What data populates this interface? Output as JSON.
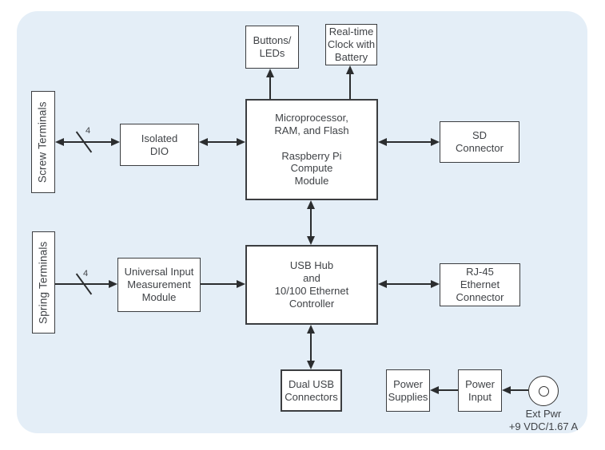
{
  "diagram": {
    "nodes": {
      "screw_terminals": "Screw Terminals",
      "spring_terminals": "Spring Terminals",
      "buttons_leds": "Buttons/\nLEDs",
      "rtc": "Real-time\nClock with\nBattery",
      "isolated_dio": "Isolated\nDIO",
      "cpu": "Microprocessor,\nRAM, and Flash\n\nRaspberry Pi\nCompute\nModule",
      "sd_connector": "SD\nConnector",
      "uim": "Universal Input\nMeasurement\nModule",
      "usb_hub": "USB Hub\nand\n10/100 Ethernet\nController",
      "rj45": "RJ-45\nEthernet\nConnector",
      "dual_usb": "Dual USB\nConnectors",
      "power_supplies": "Power\nSupplies",
      "power_input": "Power\nInput"
    },
    "bus_labels": {
      "screw": "4",
      "spring": "4"
    },
    "ext_pwr": {
      "name": "Ext Pwr",
      "rating": "+9 VDC/1.67 A"
    },
    "colors": {
      "panel_bg": "#e4eef7",
      "box_bg": "#ffffff",
      "box_border": "#3b3d40",
      "text": "#3f4246",
      "arrow": "#2b2d2f"
    }
  }
}
